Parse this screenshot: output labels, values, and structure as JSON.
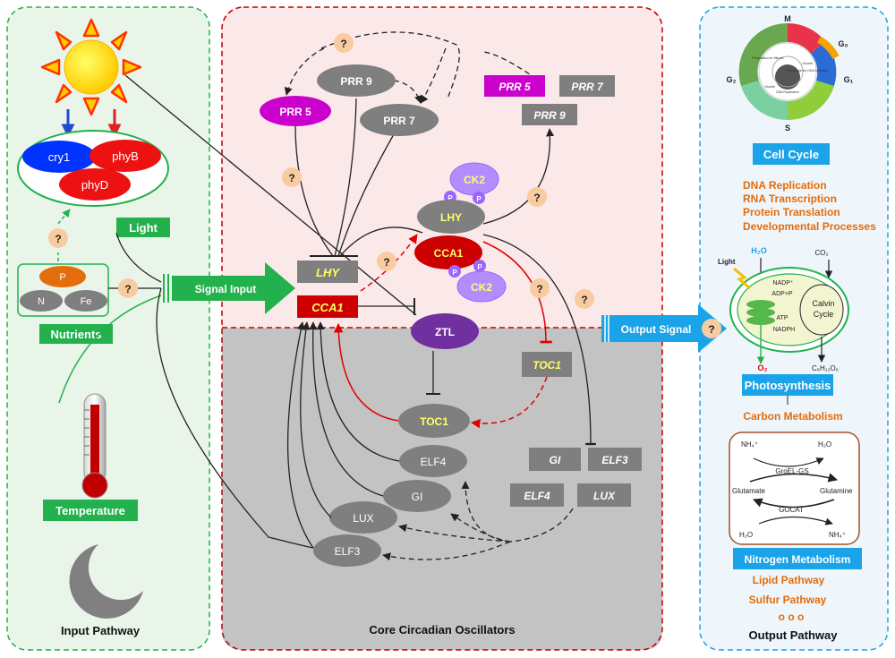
{
  "panels": {
    "input_title": "Input Pathway",
    "core_title": "Core Circadian  Oscillators",
    "output_title": "Output Pathway"
  },
  "input": {
    "photoreceptors": [
      "cry1",
      "phyB",
      "phyD"
    ],
    "light": "Light",
    "nutrients": [
      "P",
      "N",
      "Fe"
    ],
    "nutrients_label": "Nutrients",
    "temperature": "Temperature",
    "signal_input": "Signal Input",
    "question": "?"
  },
  "core": {
    "prr9": "PRR 9",
    "prr5": "PRR 5",
    "prr7": "PRR 7",
    "prr5_it": "PRR 5",
    "prr7_it": "PRR 7",
    "prr9_it": "PRR 9",
    "ck2": "CK2",
    "p": "P",
    "lhy": "LHY",
    "cca1": "CCA1",
    "lhy_it": "LHY",
    "cca1_it": "CCA1",
    "ztl": "ZTL",
    "toc1_it": "TOC1",
    "toc1": "TOC1",
    "elf4": "ELF4",
    "gi": "GI",
    "lux": "LUX",
    "elf3": "ELF3",
    "gi_it": "GI",
    "elf3_it": "ELF3",
    "elf4_it": "ELF4",
    "lux_it": "LUX"
  },
  "output": {
    "output_signal": "Output  Signal",
    "cycle_phases": [
      "M",
      "G₀",
      "G₁",
      "S",
      "G₂"
    ],
    "cycle_inner": [
      "Preparation for Mitosis",
      "Growth",
      "Growth",
      "Preparation for DNA Synthesis",
      "DNA Replication"
    ],
    "cell_cycle": "Cell Cycle",
    "cell_processes": [
      "DNA Replication",
      "RNA Transcription",
      "Protein Translation",
      "Developmental Processes"
    ],
    "photo": {
      "light": "Light",
      "h2o": "H₂O",
      "co2": "CO₂",
      "nadp": "NADP⁺",
      "adp": "ADP+P",
      "atp": "ATP",
      "nadph": "NADPH",
      "calvin": "Calvin",
      "cycle": "Cycle",
      "o2": "O₂",
      "glucose": "C₆H₁₂O₆"
    },
    "photosynthesis": "Photosynthesis",
    "carbon": "Carbon  Metabolism",
    "nitro": {
      "nh4_top": "NH₄⁺",
      "h2o_top": "H₂O",
      "gs": "GroEL-GS",
      "glutamate": "Glutamate",
      "glutamine": "Glutamine",
      "gocat": "GOCAT",
      "h2o_bot": "H₂O",
      "nh4_bot": "NH₄⁺"
    },
    "nitrogen": "Nitrogen Metabolism",
    "lipid": "Lipid Pathway",
    "sulfur": "Sulfur Pathway",
    "dots": "o o o"
  },
  "colors": {
    "green": "#22b14c",
    "magenta": "#cc00cc",
    "red": "#cc0000",
    "purple": "#7030a0",
    "lilac": "#9966ff",
    "gray": "#7f7f7f",
    "blue": "#1aa3e8",
    "orange": "#e46c0a",
    "question": "#f8cba0"
  }
}
